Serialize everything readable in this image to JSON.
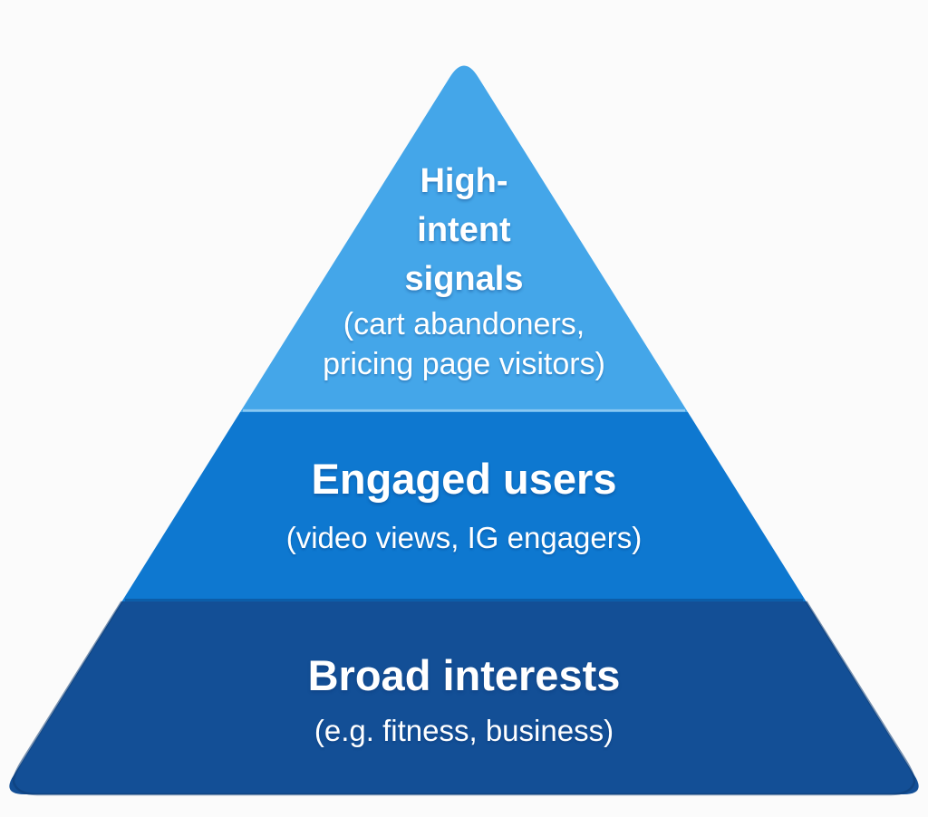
{
  "background_color": "#fbfbfb",
  "text_color": "#ffffff",
  "pyramid": {
    "type": "three-tier targeting pyramid",
    "tiers": [
      {
        "name": "high-intent-signals",
        "level": "top",
        "color": "#44a6e9",
        "title_lines": [
          "High-",
          "intent",
          "signals"
        ],
        "subtitle_lines": [
          "(cart abandoners,",
          "pricing page visitors)"
        ]
      },
      {
        "name": "engaged-users",
        "level": "middle",
        "color": "#0e78d0",
        "title_lines": [
          "Engaged users"
        ],
        "subtitle_lines": [
          "(video views, IG engagers)"
        ]
      },
      {
        "name": "broad-interests",
        "level": "bottom",
        "color": "#134f96",
        "outline_color": "#0d3c74",
        "title_lines": [
          "Broad interests"
        ],
        "subtitle_lines": [
          "(e.g. fitness, business)"
        ]
      }
    ]
  }
}
